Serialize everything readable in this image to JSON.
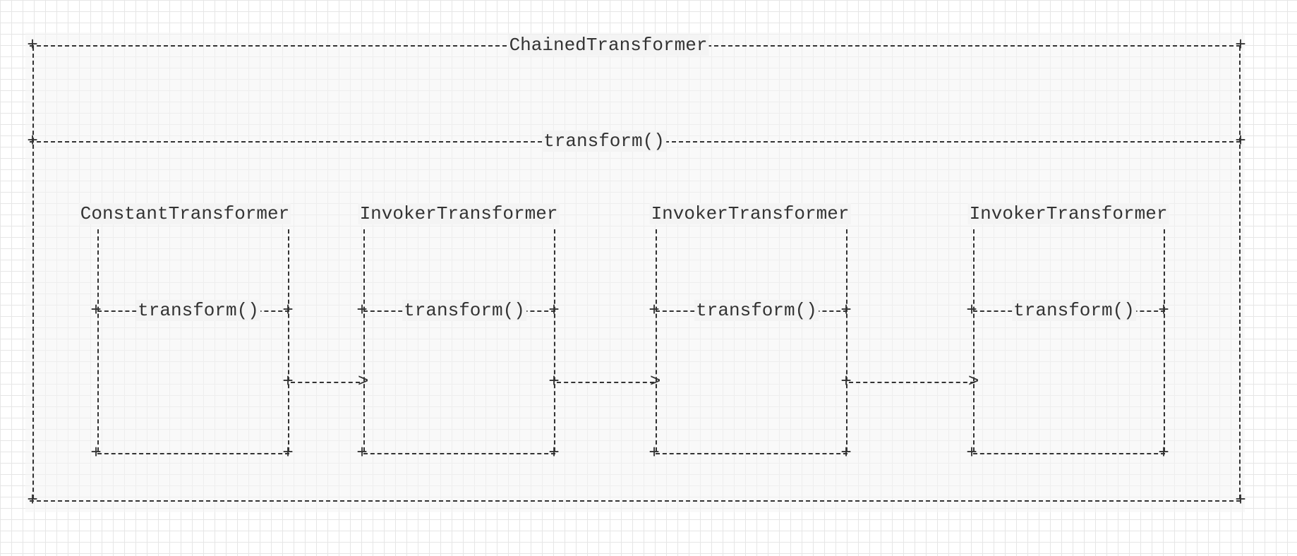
{
  "outer": {
    "title": "ChainedTransformer",
    "method": "transform()"
  },
  "transformers": [
    {
      "name": "ConstantTransformer",
      "method": "transform()"
    },
    {
      "name": "InvokerTransformer",
      "method": "transform()"
    },
    {
      "name": "InvokerTransformer",
      "method": "transform()"
    },
    {
      "name": "InvokerTransformer",
      "method": "transform()"
    }
  ],
  "glyphs": {
    "corner": "+",
    "arrow_head": ">"
  },
  "colors": {
    "line": "#333333",
    "grid": "#e6e6e6",
    "label_bg": "#f4f4f4"
  }
}
